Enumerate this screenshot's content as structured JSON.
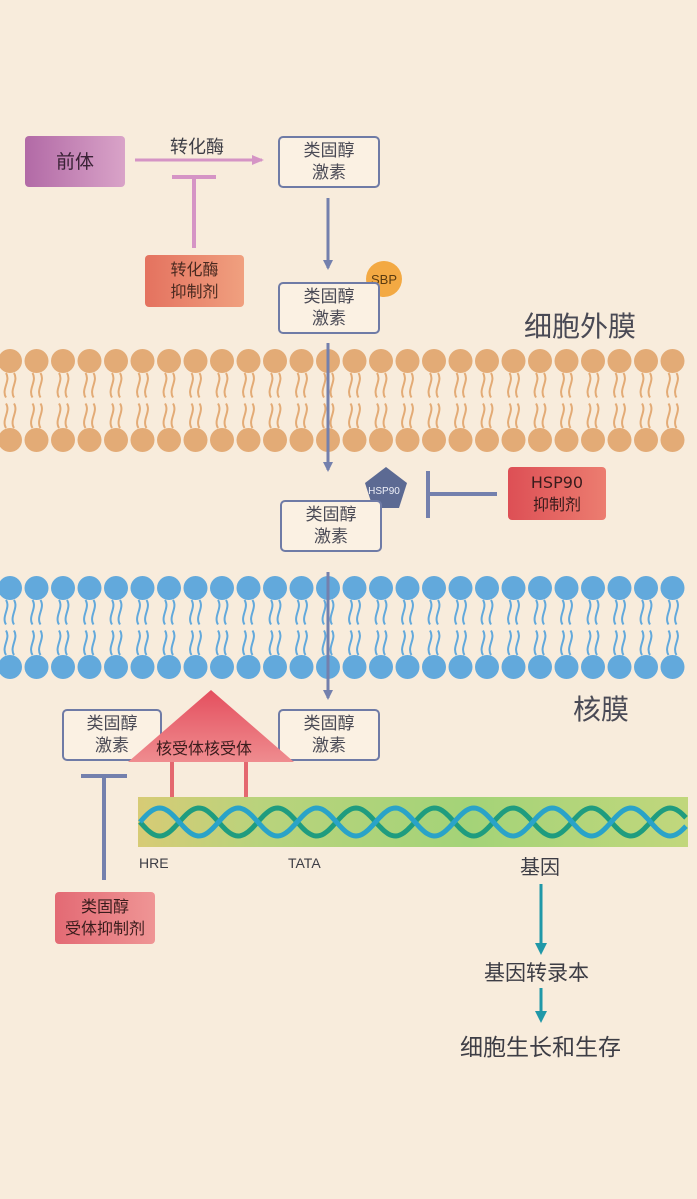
{
  "precursor": "前体",
  "converting_enzyme": "转化酶",
  "steroid_hormone": "类固醇\n激素",
  "enzyme_inhibitor": "转化酶\n抑制剂",
  "sbp": "SBP",
  "cell_membrane": "细胞外膜",
  "hsp90": "HSP90",
  "hsp90_inhibitor": "HSP90\n抑制剂",
  "nuclear_membrane": "核膜",
  "nuclear_receptor": "核受体核受体",
  "hre": "HRE",
  "tata": "TATA",
  "gene": "基因",
  "receptor_inhibitor": "类固醇\n受体抑制剂",
  "transcript": "基因转录本",
  "cell_growth": "细胞生长和生存",
  "colors": {
    "background": "#f8ecdc",
    "cell_membrane": "#e3ab76",
    "nuclear_membrane": "#62a9dc",
    "arrow": "#7480ad",
    "teal_arrow": "#2098a8",
    "precursor_box": "#b26aa6",
    "inhibitor_box": "#e77f6c",
    "hsp90_inhibitor_box": "#dd5258",
    "receptor": "#e25f6e",
    "dna_strand_a": "#1f9c7f",
    "dna_strand_b": "#2aa3c8",
    "sbp": "#f3a943",
    "hsp90": "#5c6a93"
  }
}
